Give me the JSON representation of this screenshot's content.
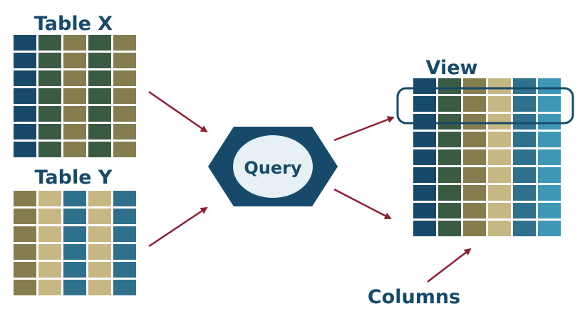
{
  "labels": {
    "table_x": "Table X",
    "table_y": "Table Y",
    "query": "Query",
    "view": "View",
    "columns": "Columns"
  },
  "colors": {
    "navy": "#174a6a",
    "dark_green": "#3b5a43",
    "olive": "#857c4f",
    "tan": "#c7b782",
    "steel_blue": "#2f718d",
    "light_blue": "#3d98b5",
    "query_fill": "#e7f1f5",
    "arrow": "#8d2032",
    "text": "#174a6a"
  },
  "tables": {
    "table_x": {
      "rows": 7,
      "columns": [
        "navy",
        "dark_green",
        "olive",
        "dark_green",
        "olive"
      ]
    },
    "table_y": {
      "rows": 6,
      "columns": [
        "olive",
        "tan",
        "steel_blue",
        "tan",
        "steel_blue"
      ]
    },
    "view": {
      "rows": 9,
      "columns": [
        "navy",
        "dark_green",
        "olive",
        "tan",
        "steel_blue",
        "light_blue"
      ]
    }
  }
}
